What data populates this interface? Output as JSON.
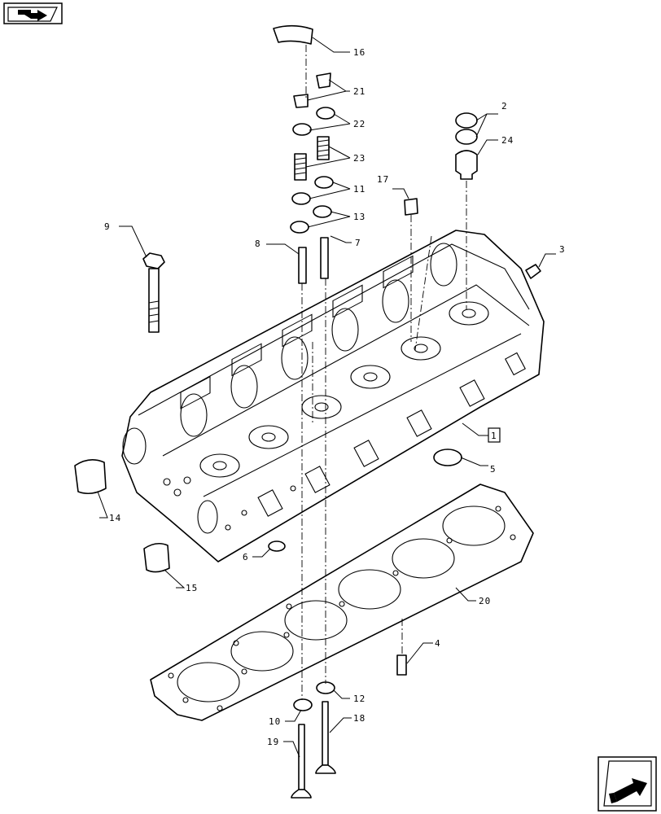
{
  "labels": {
    "ref_1": "1",
    "ref_2": "2",
    "ref_3": "3",
    "ref_4": "4",
    "ref_5": "5",
    "ref_6": "6",
    "ref_7": "7",
    "ref_8": "8",
    "ref_9": "9",
    "ref_10": "10",
    "ref_11": "11",
    "ref_12": "12",
    "ref_13": "13",
    "ref_14": "14",
    "ref_15": "15",
    "ref_16": "16",
    "ref_17": "17",
    "ref_18": "18",
    "ref_19": "19",
    "ref_20": "20",
    "ref_21": "21",
    "ref_22": "22",
    "ref_23": "23",
    "ref_24": "24"
  },
  "icons": {
    "top_nav": "book-arrow-icon",
    "bottom_nav": "next-page-arrow-icon"
  },
  "colors": {
    "line": "#000000",
    "background": "#ffffff"
  }
}
